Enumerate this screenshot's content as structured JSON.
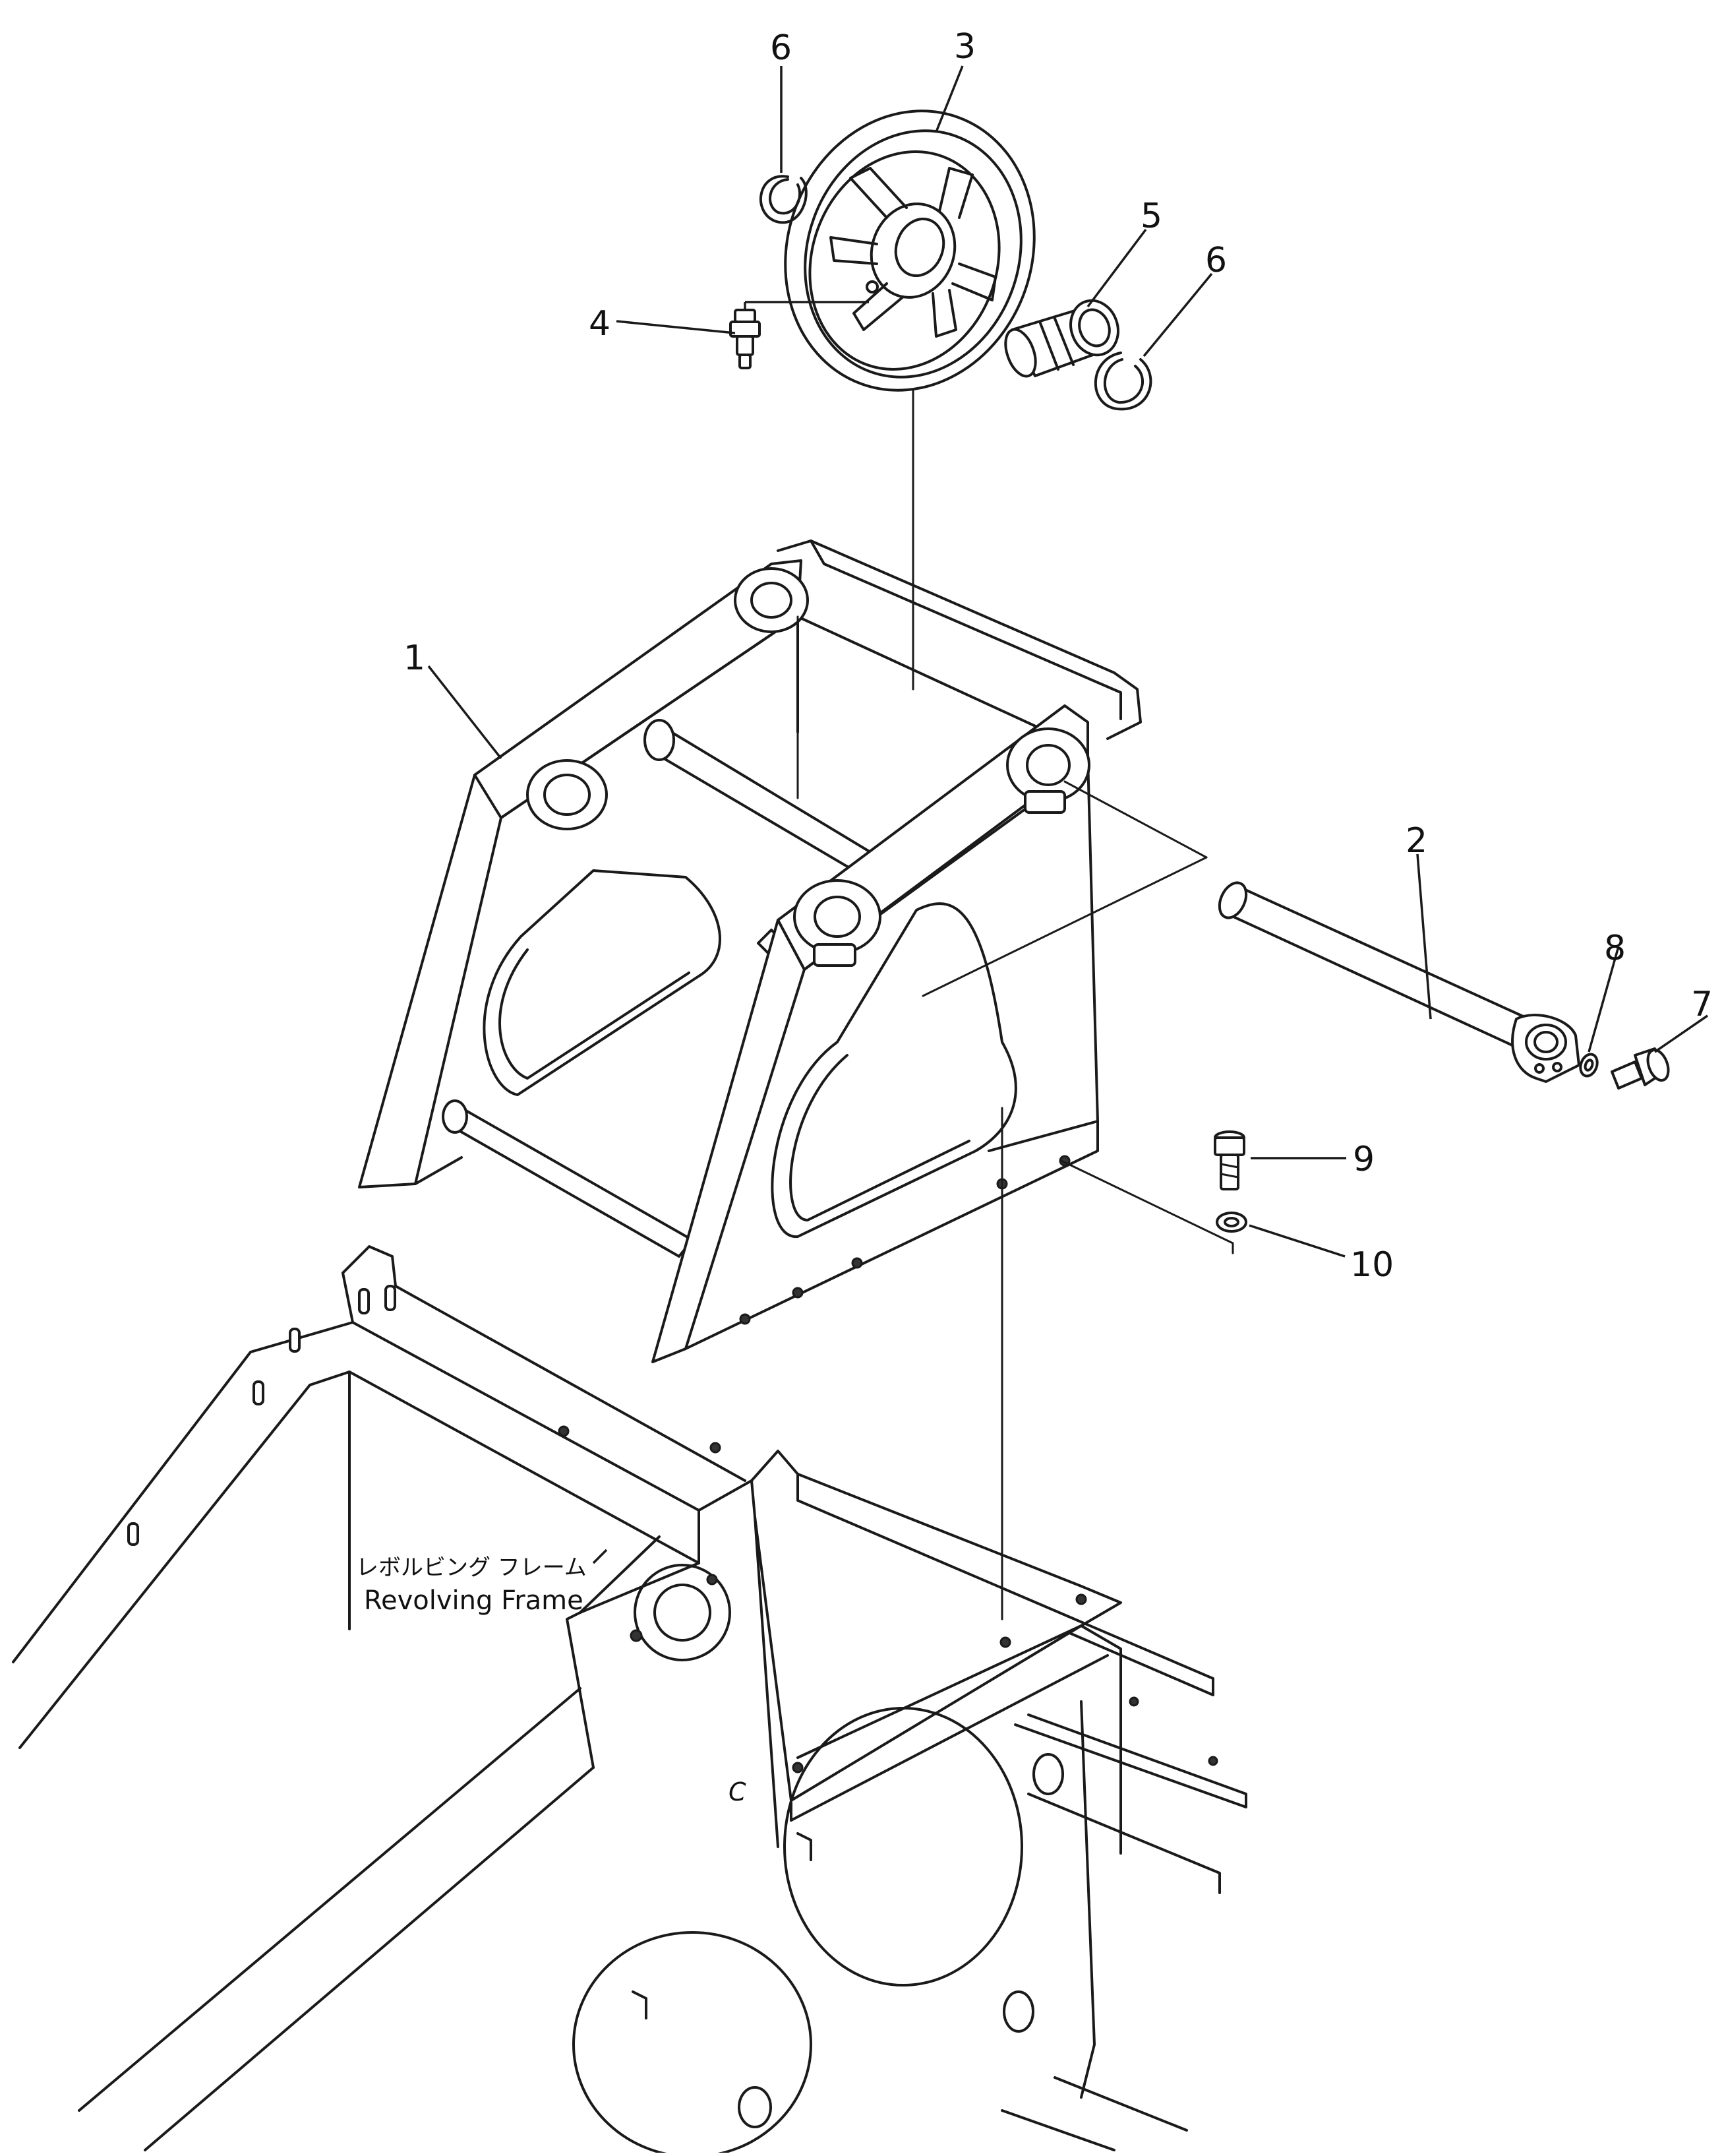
{
  "callouts": [
    {
      "id": "1",
      "text": "1"
    },
    {
      "id": "2",
      "text": "2"
    },
    {
      "id": "3",
      "text": "3"
    },
    {
      "id": "4",
      "text": "4"
    },
    {
      "id": "5",
      "text": "5"
    },
    {
      "id": "6a",
      "text": "6"
    },
    {
      "id": "6b",
      "text": "6"
    },
    {
      "id": "7",
      "text": "7"
    },
    {
      "id": "8",
      "text": "8"
    },
    {
      "id": "9",
      "text": "9"
    },
    {
      "id": "10",
      "text": "10"
    }
  ],
  "frame_label": {
    "japanese": "レボルビング フレーム",
    "english": "Revolving Frame"
  },
  "frame_mark": "C"
}
